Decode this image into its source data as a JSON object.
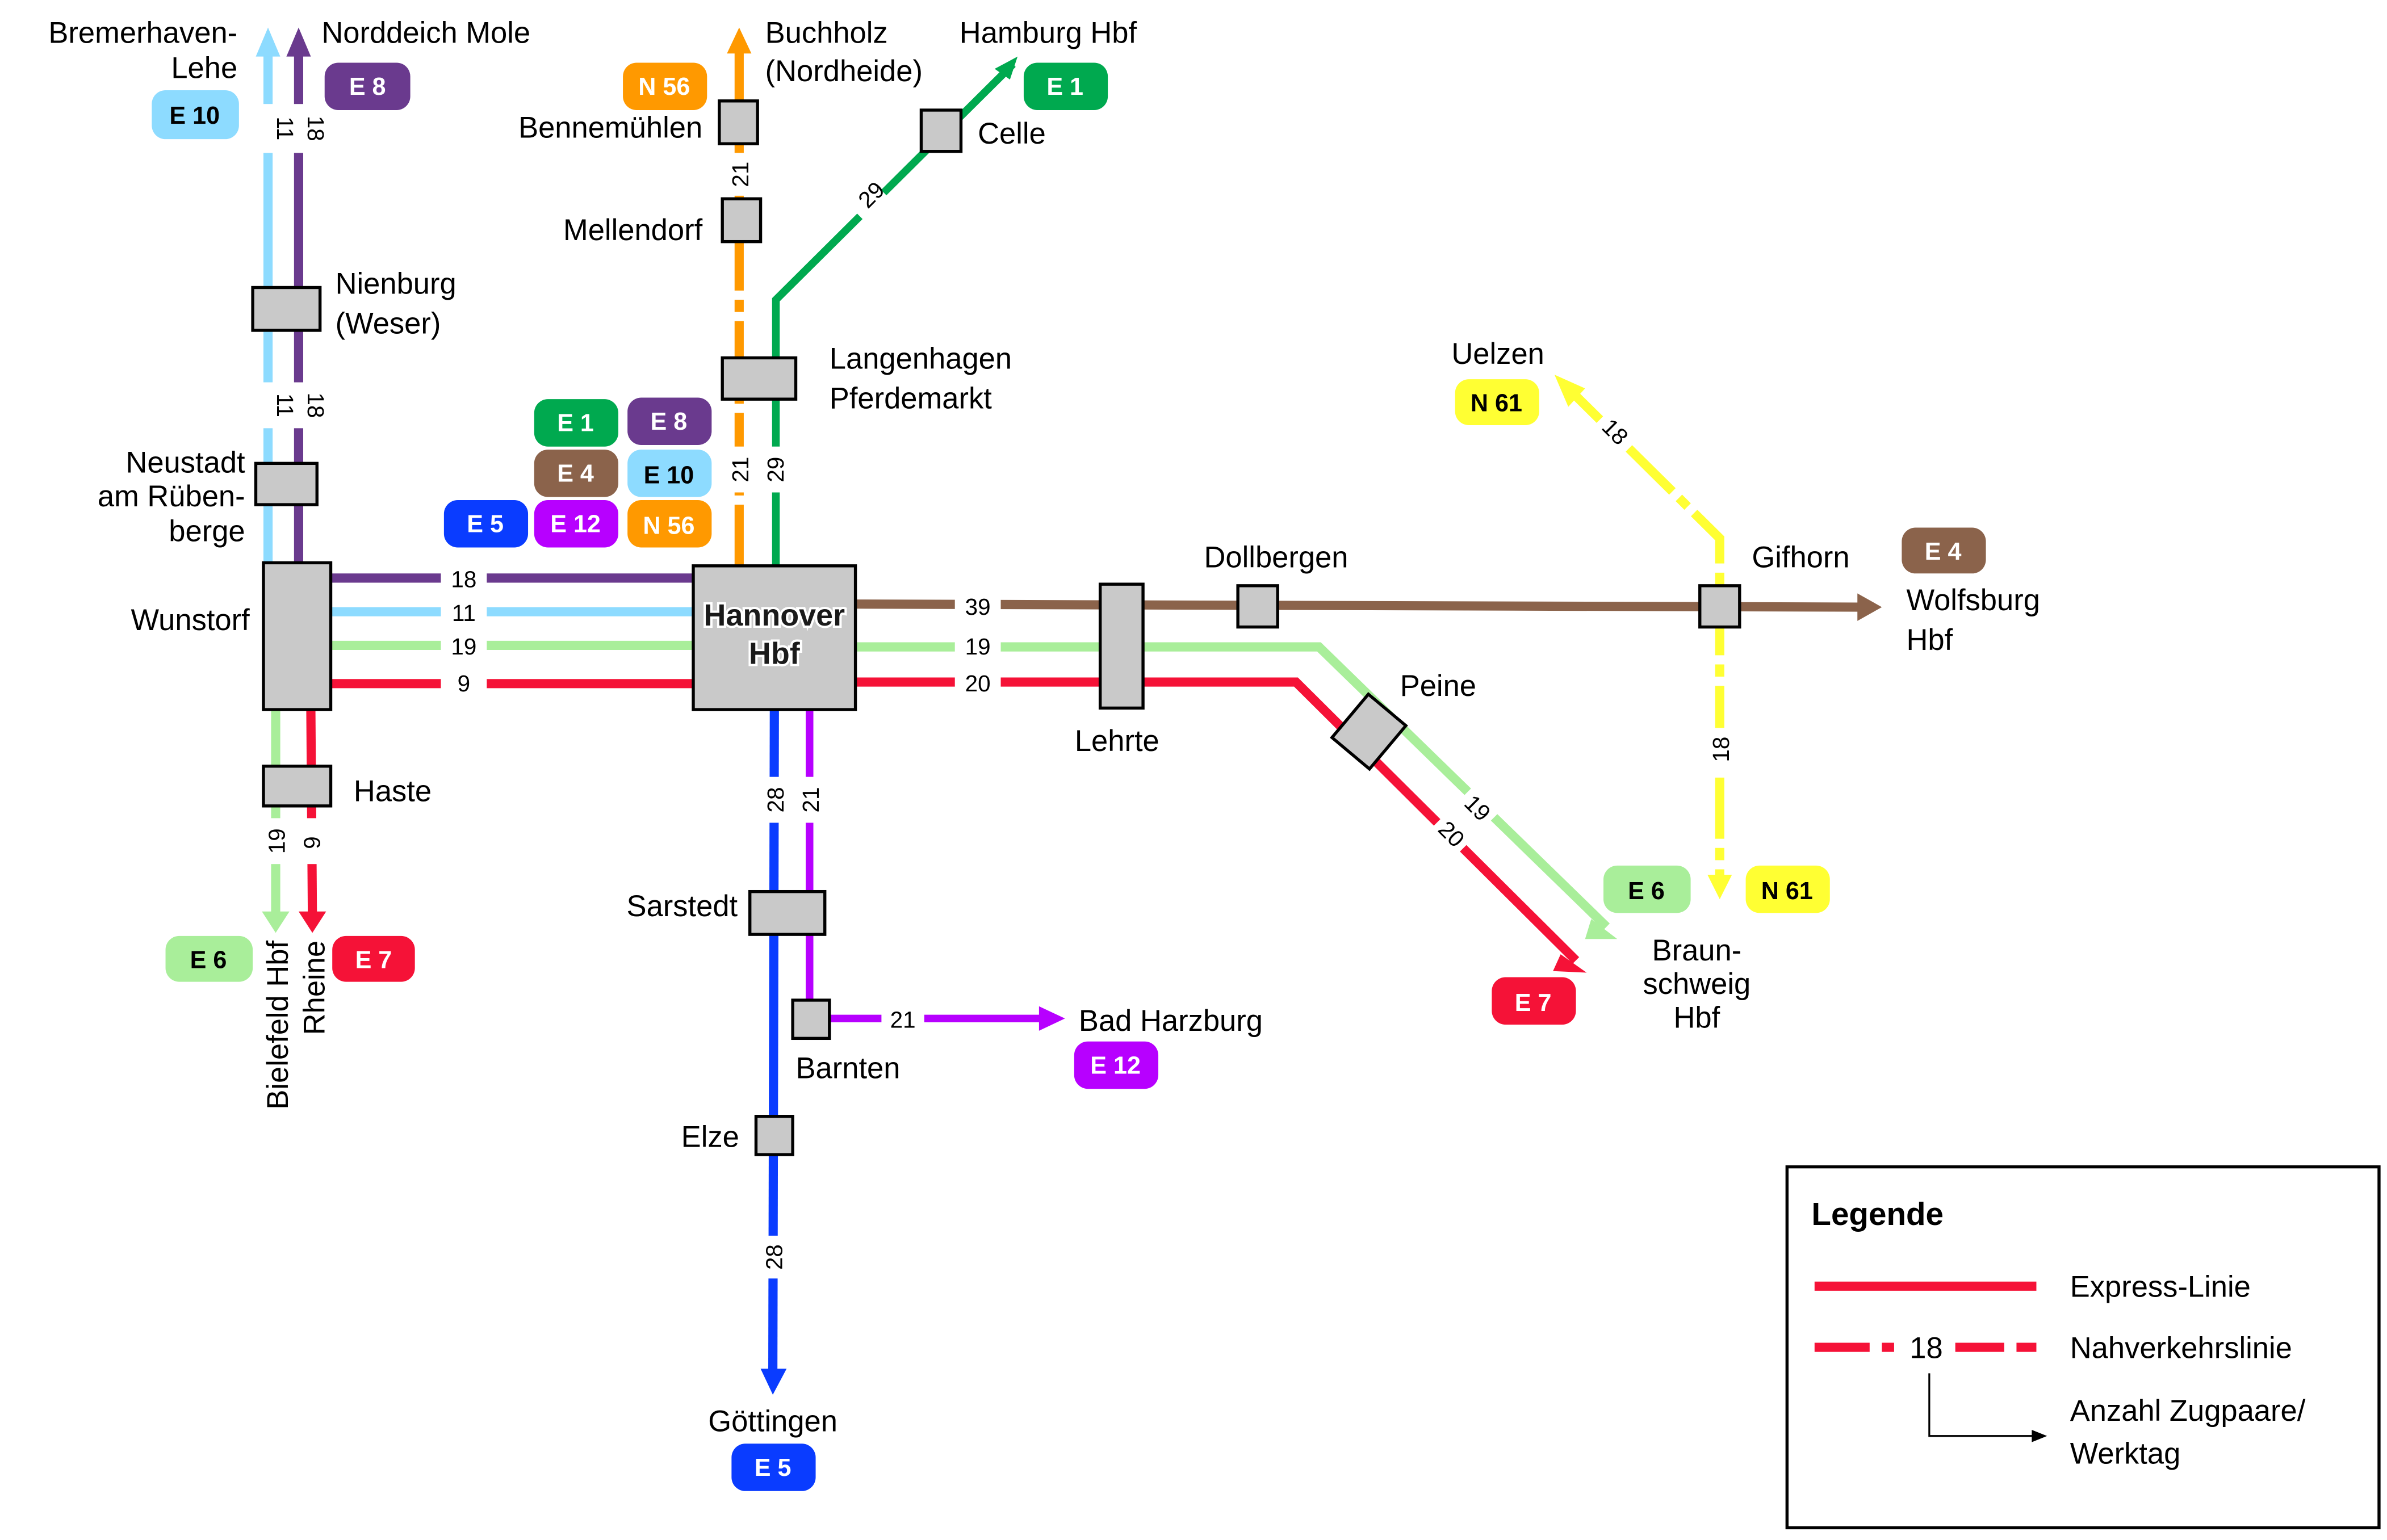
{
  "diagram": {
    "type": "railway-line-network",
    "colors": {
      "E1": "#00a94f",
      "E4": "#8b634b",
      "E5": "#0a3cff",
      "E6": "#a9ee9a",
      "E7": "#f51237",
      "E8": "#6a3a8e",
      "E10": "#8ddbff",
      "E12": "#b700ff",
      "N56": "#ff9900",
      "N61": "#ffff33",
      "station_fill": "#c9c9c9"
    },
    "hub": {
      "name_line1": "Hannover",
      "name_line2": "Hbf"
    },
    "stations": {
      "wunstorf": "Wunstorf",
      "haste": "Haste",
      "nienburg_1": "Nienburg",
      "nienburg_2": "(Weser)",
      "neustadt_1": "Neustadt",
      "neustadt_2": "am Rüben-",
      "neustadt_3": "berge",
      "bennemuehlen": "Bennemühlen",
      "mellendorf": "Mellendorf",
      "langenhagen_1": "Langenhagen",
      "langenhagen_2": "Pferdemarkt",
      "celle": "Celle",
      "lehrte": "Lehrte",
      "dollbergen": "Dollbergen",
      "peine": "Peine",
      "gifhorn": "Gifhorn",
      "sarstedt": "Sarstedt",
      "barnten": "Barnten",
      "elze": "Elze"
    },
    "destinations": {
      "bremerhaven_1": "Bremerhaven-",
      "bremerhaven_2": "Lehe",
      "norddeich": "Norddeich Mole",
      "buchholz_1": "Buchholz",
      "buchholz_2": "(Nordheide)",
      "hamburg": "Hamburg Hbf",
      "uelzen": "Uelzen",
      "wolfsburg_1": "Wolfsburg",
      "wolfsburg_2": "Hbf",
      "braunschweig_1": "Braun-",
      "braunschweig_2": "schweig",
      "braunschweig_3": "Hbf",
      "bad_harzburg": "Bad Harzburg",
      "goettingen": "Göttingen",
      "bielefeld": "Bielefeld Hbf",
      "rheine": "Rheine"
    },
    "badges": {
      "e1": "E 1",
      "e4": "E 4",
      "e5": "E 5",
      "e6": "E 6",
      "e7": "E 7",
      "e8": "E 8",
      "e10": "E 10",
      "e12": "E 12",
      "n56": "N 56",
      "n61": "N 61"
    },
    "train_pairs": {
      "bremerhaven_e10": "11",
      "norddeich_e8": "18",
      "nienburg_e10": "11",
      "nienburg_e8": "18",
      "wunstorf_e8": "18",
      "wunstorf_e10": "11",
      "wunstorf_e6": "19",
      "wunstorf_e7": "9",
      "haste_e6": "19",
      "haste_e7": "9",
      "bennemuehlen_n56": "21",
      "langenhagen_n56": "21",
      "langenhagen_e1": "29",
      "celle_e1": "29",
      "lehrte_e4": "39",
      "lehrte_e6": "19",
      "lehrte_e7": "20",
      "braunschweig_e6": "19",
      "braunschweig_e7": "20",
      "uelzen_n61": "18",
      "gifhorn_n61": "18",
      "sarstedt_e5": "28",
      "sarstedt_e12": "21",
      "barnten_e12": "21",
      "goettingen_e5": "28"
    },
    "lines": [
      {
        "id": "E 1",
        "kind": "express",
        "route": [
          "Hannover Hbf",
          "Langenhagen Pferdemarkt",
          "Celle",
          "Hamburg Hbf"
        ],
        "train_pairs": [
          29,
          29
        ]
      },
      {
        "id": "E 4",
        "kind": "express",
        "route": [
          "Hannover Hbf",
          "Lehrte",
          "Dollbergen",
          "Gifhorn",
          "Wolfsburg Hbf"
        ],
        "train_pairs": [
          39
        ]
      },
      {
        "id": "E 5",
        "kind": "express",
        "route": [
          "Hannover Hbf",
          "Sarstedt",
          "Elze",
          "Göttingen"
        ],
        "train_pairs": [
          28,
          28
        ]
      },
      {
        "id": "E 6",
        "kind": "express",
        "route": [
          "Bielefeld Hbf",
          "Haste",
          "Wunstorf",
          "Hannover Hbf",
          "Lehrte",
          "Peine",
          "Braunschweig Hbf"
        ],
        "train_pairs": [
          19,
          19,
          19,
          19
        ]
      },
      {
        "id": "E 7",
        "kind": "express",
        "route": [
          "Rheine",
          "Haste",
          "Wunstorf",
          "Hannover Hbf",
          "Lehrte",
          "Peine",
          "Braunschweig Hbf"
        ],
        "train_pairs": [
          9,
          9,
          20,
          20
        ]
      },
      {
        "id": "E 8",
        "kind": "express",
        "route": [
          "Hannover Hbf",
          "Wunstorf",
          "Neustadt am Rübenberge",
          "Nienburg (Weser)",
          "Norddeich Mole"
        ],
        "train_pairs": [
          18,
          18,
          18
        ]
      },
      {
        "id": "E 10",
        "kind": "express",
        "route": [
          "Hannover Hbf",
          "Wunstorf",
          "Neustadt am Rübenberge",
          "Nienburg (Weser)",
          "Bremerhaven-Lehe"
        ],
        "train_pairs": [
          11,
          11,
          11
        ]
      },
      {
        "id": "E 12",
        "kind": "express",
        "route": [
          "Hannover Hbf",
          "Sarstedt",
          "Barnten",
          "Bad Harzburg"
        ],
        "train_pairs": [
          21,
          21
        ]
      },
      {
        "id": "N 56",
        "kind": "local",
        "route": [
          "Hannover Hbf",
          "Langenhagen Pferdemarkt",
          "Mellendorf",
          "Bennemühlen",
          "Buchholz (Nordheide)"
        ],
        "train_pairs": [
          21,
          21
        ]
      },
      {
        "id": "N 61",
        "kind": "local",
        "route": [
          "Uelzen",
          "Gifhorn",
          "Braunschweig Hbf"
        ],
        "train_pairs": [
          18,
          18
        ]
      }
    ]
  },
  "legend": {
    "title": "Legende",
    "express_label": "Express-Linie",
    "local_label": "Nahverkehrslinie",
    "sample_number": "18",
    "count_label_1": "Anzahl Zugpaare/",
    "count_label_2": "Werktag"
  }
}
